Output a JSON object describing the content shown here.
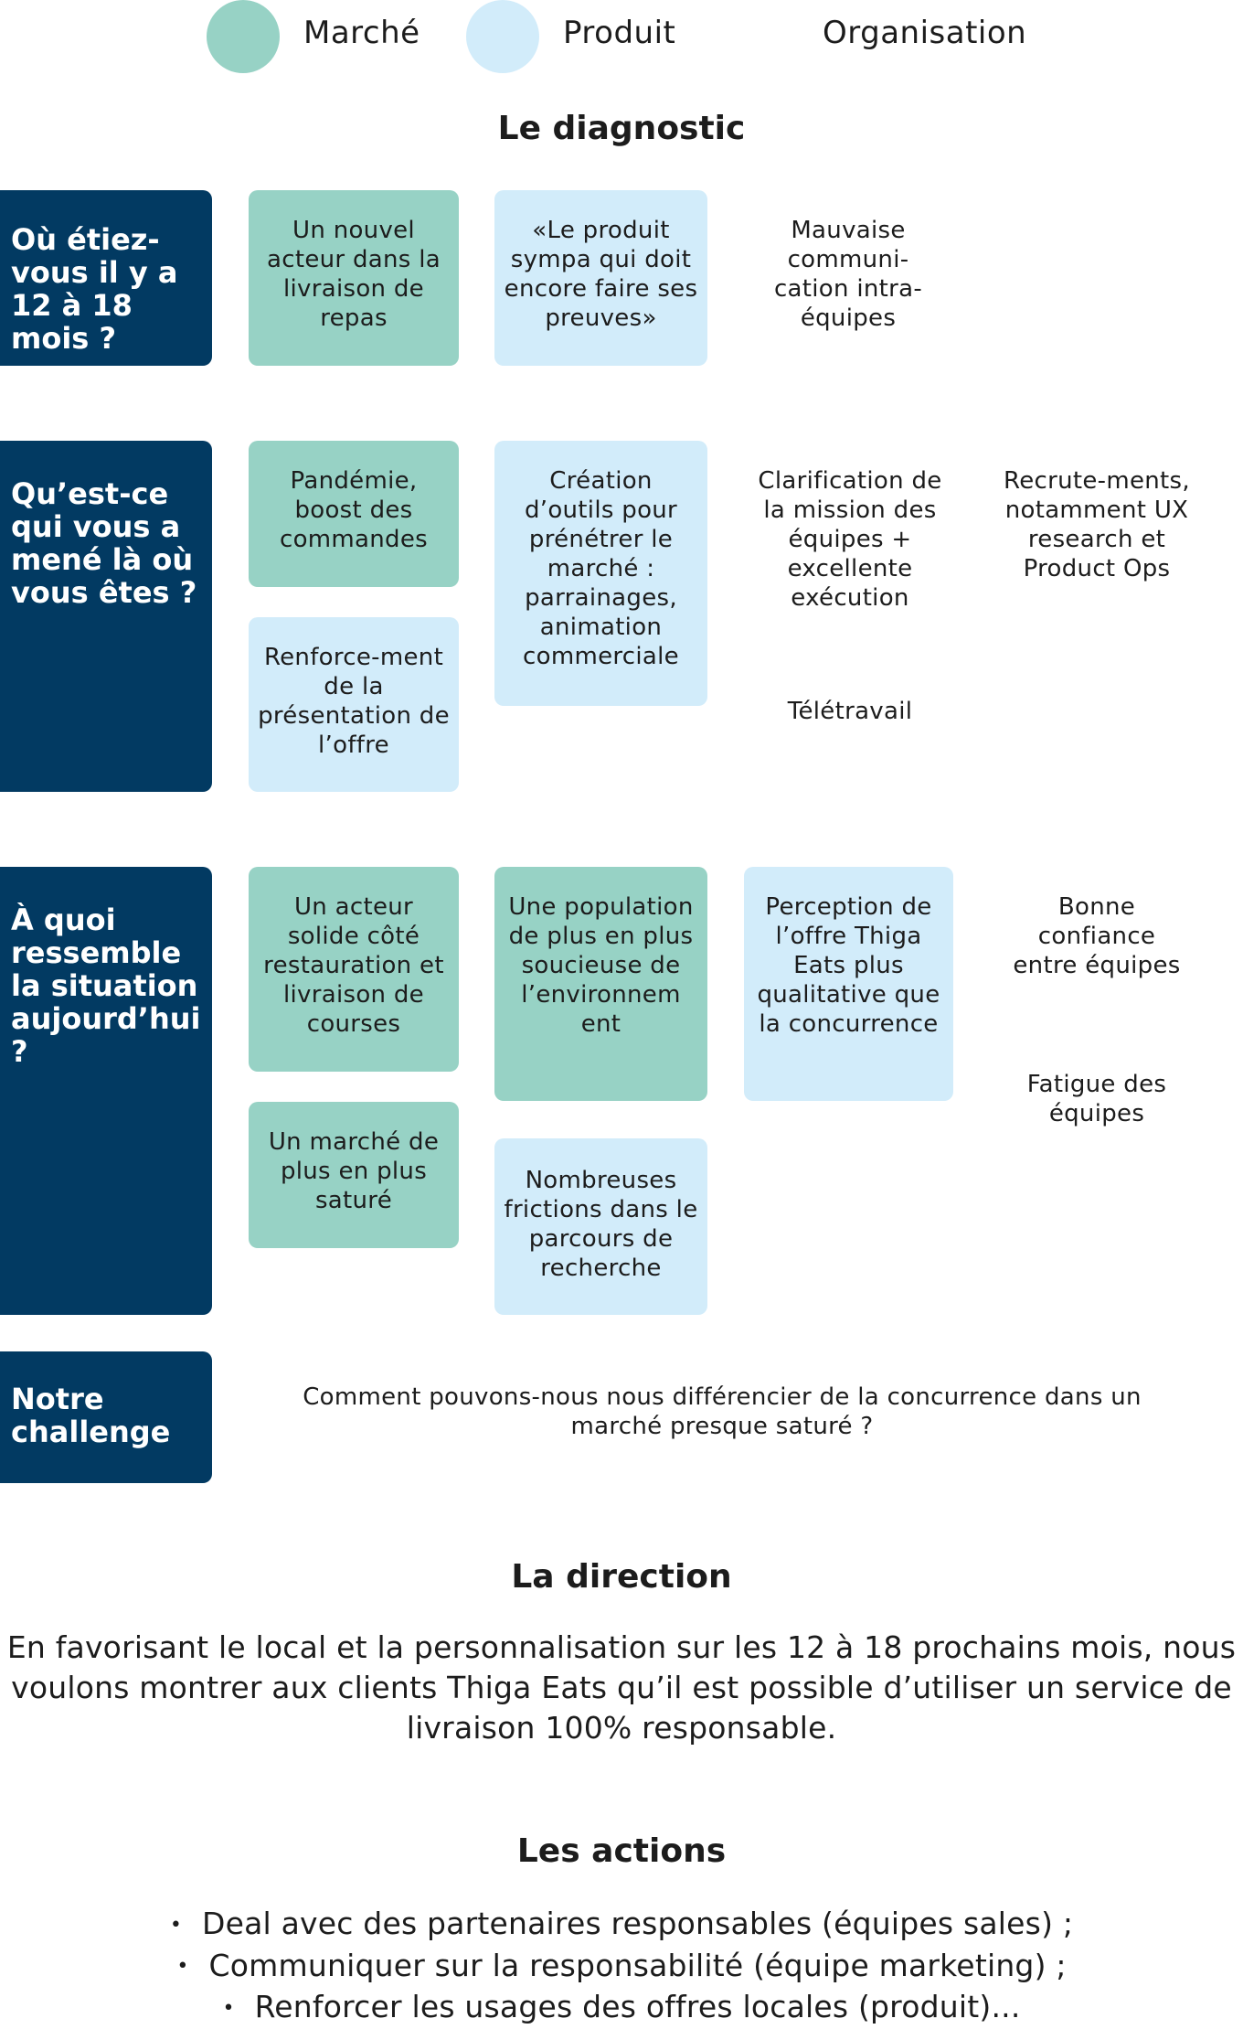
{
  "legend": {
    "marche": "Marché",
    "produit": "Produit",
    "organisation": "Organisation"
  },
  "colors": {
    "marche": "#97d2c5",
    "produit": "#d2ecfa",
    "question_bg": "#023a62"
  },
  "diagnostic": {
    "title": "Le diagnostic",
    "rows": [
      {
        "question": "Où étiez-vous il y a 12 à 18 mois ?",
        "marche": [
          "Un nouvel acteur dans la livraison de repas"
        ],
        "produit": [
          "«Le produit sympa qui doit encore faire ses preuves»"
        ],
        "organisation": [
          "Mauvaise communi-cation intra-équipes"
        ]
      },
      {
        "question": "Qu’est-ce qui vous a mené là où vous êtes ?",
        "marche": [
          "Pandémie, boost des commandes"
        ],
        "produit_under_marche": [
          "Renforce-ment de la présentation de l’offre"
        ],
        "produit": [
          "Création d’outils pour prénétrer le marché : parrainages, animation commerciale"
        ],
        "organisation": [
          "Clarification de la mission des équipes + excellente exécution",
          "Télétravail",
          "Recrute-ments, notamment UX research et Product Ops"
        ]
      },
      {
        "question": "À quoi ressemble la situation aujourd’hui ?",
        "marche": [
          "Un acteur solide côté restauration et livraison de courses",
          "Un marché de plus en plus saturé"
        ],
        "marche_col2": [
          "Une population de plus en plus soucieuse de l’environnem ent"
        ],
        "produit": [
          "Nombreuses frictions dans le parcours de recherche",
          "Perception de l’offre Thiga Eats plus qualitative que la concurrence"
        ],
        "organisation": [
          "Bonne confiance entre équipes",
          "Fatigue des équipes"
        ]
      }
    ],
    "challenge": {
      "question": "Notre challenge",
      "text": "Comment pouvons-nous nous différencier de la concurrence dans un marché presque saturé ?"
    }
  },
  "direction": {
    "title": "La direction",
    "text": "En favorisant le local et la personnalisation sur les 12 à 18 prochains mois, nous voulons montrer aux clients Thiga Eats qu’il est possible d’utiliser un service de livraison 100% responsable."
  },
  "actions": {
    "title": "Les actions",
    "bullet": "•",
    "items": [
      "Deal avec des partenaires responsables (équipes sales) ;",
      "Communiquer sur la responsabilité (équipe marketing) ;",
      "Renforcer les usages des offres locales (produit)..."
    ]
  }
}
